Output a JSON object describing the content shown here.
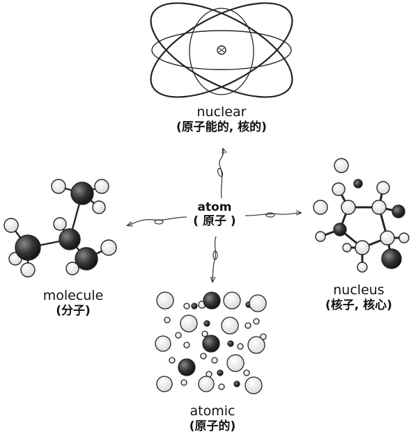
{
  "center": {
    "word": "atom",
    "meaning": "( 原子 )"
  },
  "branches": {
    "top": {
      "word": "nuclear",
      "meaning": "(原子能的, 核的)",
      "icon": "atom-orbit-icon"
    },
    "left": {
      "word": "molecule",
      "meaning": "(分子)",
      "icon": "molecule-model-icon"
    },
    "right": {
      "word": "nucleus",
      "meaning": "(核子, 核心)",
      "icon": "ring-molecule-icon"
    },
    "bottom": {
      "word": "atomic",
      "meaning": "(原子的)",
      "icon": "atom-particles-icon"
    }
  }
}
